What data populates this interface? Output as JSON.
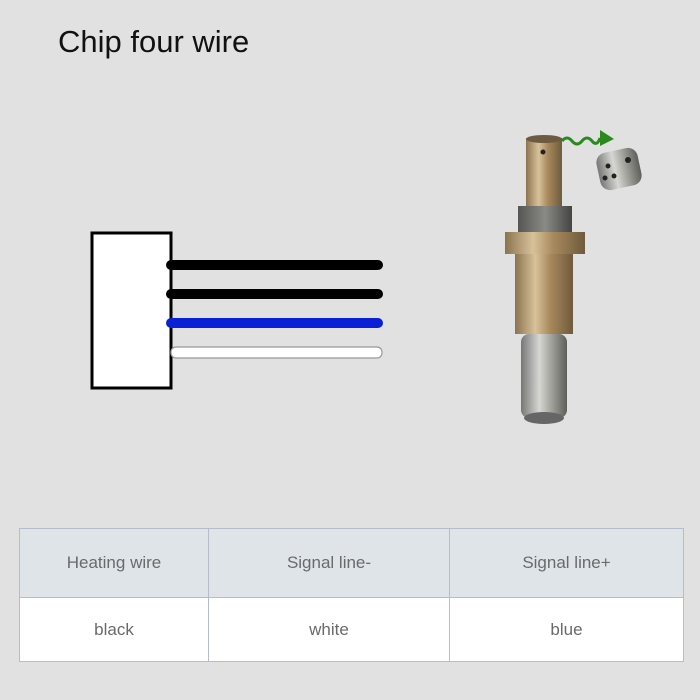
{
  "title": "Chip four wire",
  "wire_colors": {
    "black": "#000000",
    "blue": "#0a1fd6",
    "white": "#ffffff",
    "arrow": "#2a8a1e"
  },
  "wires": [
    "black",
    "black",
    "blue",
    "white"
  ],
  "table": {
    "headers": [
      "Heating wire",
      "Signal line-",
      "Signal line+"
    ],
    "values": [
      "black",
      "white",
      "blue"
    ]
  }
}
